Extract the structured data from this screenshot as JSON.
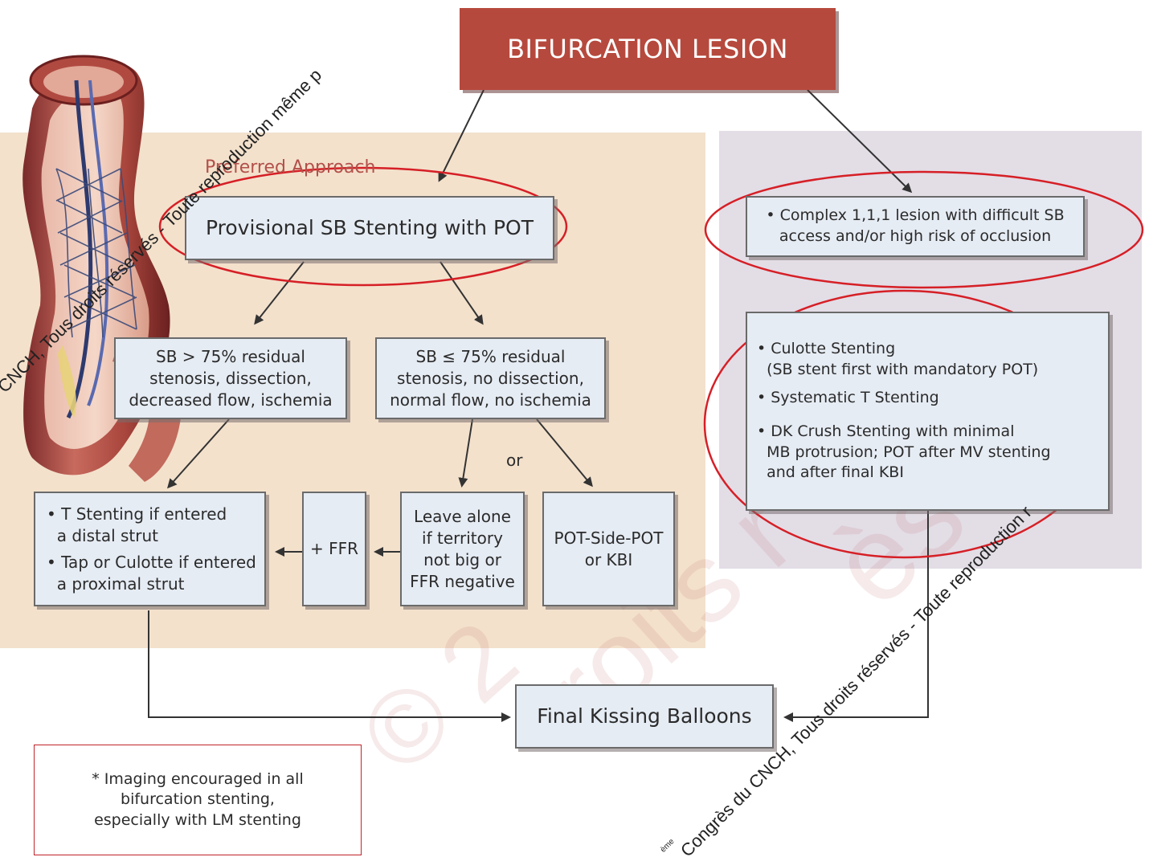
{
  "title": "BIFURCATION LESION",
  "preferred_label": "Preferred Approach",
  "provisional": "Provisional SB Stenting with POT",
  "sb_high": [
    "SB > 75% residual",
    "stenosis, dissection,",
    "decreased flow, ischemia"
  ],
  "sb_low": [
    "SB ≤ 75% residual",
    "stenosis, no dissection,",
    "normal flow, no ischemia"
  ],
  "or_label": "or",
  "t_stenting": [
    "• T Stenting if entered",
    "  a distal strut",
    "• Tap or Culotte if entered",
    "  a proximal strut"
  ],
  "ffr": "+ FFR",
  "leave_alone": [
    "Leave alone",
    "if territory",
    "not big or",
    "FFR negative"
  ],
  "pot_side": [
    "POT-Side-POT",
    "or KBI"
  ],
  "complex": [
    "• Complex 1,1,1 lesion with difficult SB",
    "access and/or high risk of occlusion"
  ],
  "strategies": [
    [
      "• Culotte Stenting",
      "  (SB stent first with mandatory POT)"
    ],
    [
      "• Systematic T Stenting"
    ],
    [
      "• DK Crush Stenting with minimal",
      "  MB protrusion; POT after MV stenting",
      "  and after final KBI"
    ]
  ],
  "final": "Final Kissing Balloons",
  "note": [
    "* Imaging encouraged in all",
    "bifurcation stenting,",
    "especially with LM stenting"
  ],
  "watermarks": [
    "CNCH, Tous droits réservés - Toute reproduction même p",
    "Congrès du CNCH, Tous droits réservés - Toute reproduction r",
    "ème"
  ],
  "colors": {
    "title_bg": "#b6493d",
    "left_panel": "#f3e1cc",
    "right_panel": "#e3dde6",
    "box_bg": "#e6ecf4",
    "highlight": "#d61f26",
    "preferred_text": "#b3504a"
  }
}
